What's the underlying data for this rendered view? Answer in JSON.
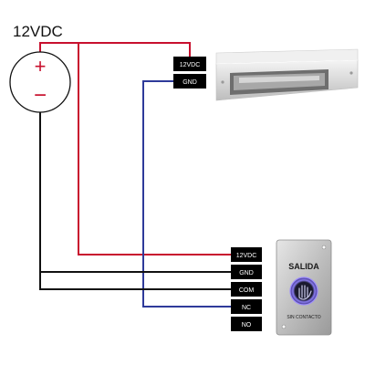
{
  "power_supply": {
    "label": "12VDC",
    "plus_symbol": "+",
    "minus_symbol": "−"
  },
  "maglock": {
    "terminals": [
      "12VDC",
      "GND"
    ]
  },
  "exit_button": {
    "title": "SALIDA",
    "subtitle": "SIN CONTACTO",
    "terminals": [
      "12VDC",
      "GND",
      "COM",
      "NC",
      "NO"
    ]
  },
  "colors": {
    "positive_wire": "#c8102e",
    "negative_wire": "#111111",
    "signal_wire": "#2e3a9a",
    "terminal_tag": "#000000",
    "sensor_glow": "#7b68ee"
  },
  "icons": [
    "battery-symbol-icon",
    "hand-sensor-icon"
  ]
}
